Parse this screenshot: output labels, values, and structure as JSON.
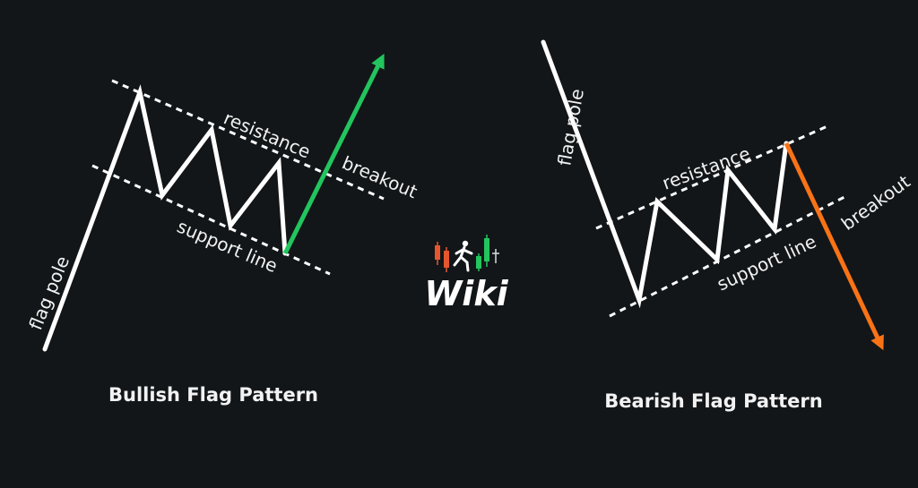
{
  "left": {
    "title": "Bullish Flag Pattern",
    "labels": {
      "flag_pole": "flag pole",
      "resistance": "resistance",
      "support": "support line",
      "breakout": "breakout"
    },
    "breakout_color": "#22c55e"
  },
  "right": {
    "title": "Bearish Flag Pattern",
    "labels": {
      "flag_pole": "flag pole",
      "resistance": "resistance",
      "support": "support line",
      "breakout": "breakout"
    },
    "breakout_color": "#f97316"
  },
  "logo": {
    "text": "Wiki",
    "candle_colors": {
      "up": "#22c55e",
      "down": "#e4572e"
    }
  },
  "colors": {
    "background": "#121619",
    "line": "#ffffff"
  }
}
